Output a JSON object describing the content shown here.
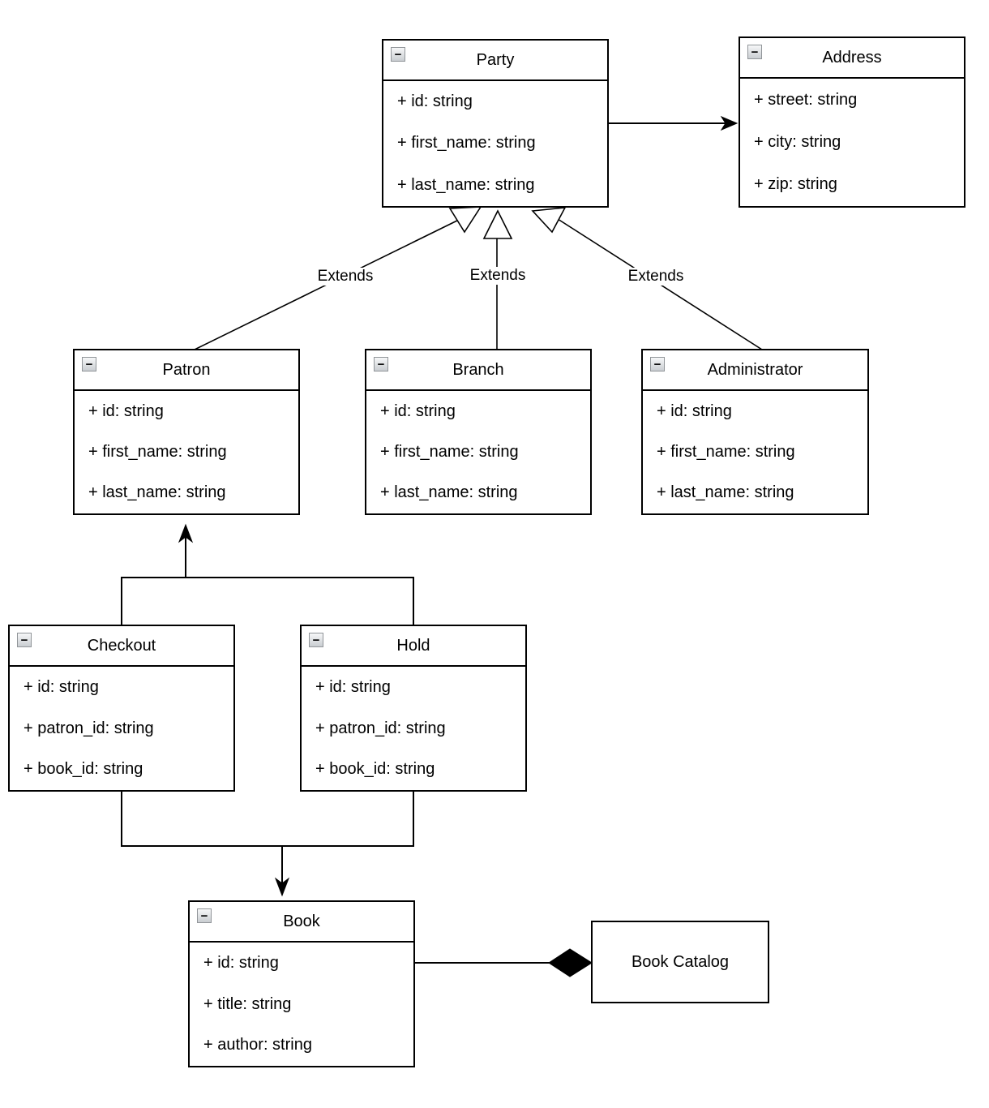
{
  "diagram": {
    "type": "uml-class-diagram",
    "canvas_color": "#ffffff",
    "line_color": "#000000",
    "text_color": "#000000",
    "box_fill": "#ffffff",
    "collapse_icon": {
      "name": "collapse-minus-icon",
      "glyph": "−"
    },
    "classes": [
      {
        "name": "Party",
        "attributes": [
          "+ id: string",
          "+ first_name: string",
          "+ last_name: string"
        ]
      },
      {
        "name": "Address",
        "attributes": [
          "+ street: string",
          "+ city: string",
          "+ zip: string"
        ]
      },
      {
        "name": "Patron",
        "attributes": [
          "+ id: string",
          "+ first_name: string",
          "+ last_name: string"
        ]
      },
      {
        "name": "Branch",
        "attributes": [
          "+ id: string",
          "+ first_name: string",
          "+ last_name: string"
        ]
      },
      {
        "name": "Administrator",
        "attributes": [
          "+ id: string",
          "+ first_name: string",
          "+ last_name: string"
        ]
      },
      {
        "name": "Checkout",
        "attributes": [
          "+ id: string",
          "+ patron_id: string",
          "+ book_id: string"
        ]
      },
      {
        "name": "Hold",
        "attributes": [
          "+ id: string",
          "+ patron_id: string",
          "+ book_id: string"
        ]
      },
      {
        "name": "Book",
        "attributes": [
          "+ id: string",
          "+ title: string",
          "+ author: string"
        ]
      }
    ],
    "book_catalog": {
      "name": "Book Catalog"
    },
    "relationships": [
      {
        "from": "Party",
        "to": "Address",
        "type": "directed-association",
        "label": ""
      },
      {
        "from": "Patron",
        "to": "Party",
        "type": "generalization",
        "label": "Extends"
      },
      {
        "from": "Branch",
        "to": "Party",
        "type": "generalization",
        "label": "Extends"
      },
      {
        "from": "Administrator",
        "to": "Party",
        "type": "generalization",
        "label": "Extends"
      },
      {
        "from": "Checkout, Hold",
        "to": "Patron",
        "type": "directed-association",
        "label": ""
      },
      {
        "from": "Checkout, Hold",
        "to": "Book",
        "type": "directed-association",
        "label": ""
      },
      {
        "from": "Book",
        "to": "Book Catalog",
        "type": "aggregation",
        "label": ""
      }
    ]
  }
}
